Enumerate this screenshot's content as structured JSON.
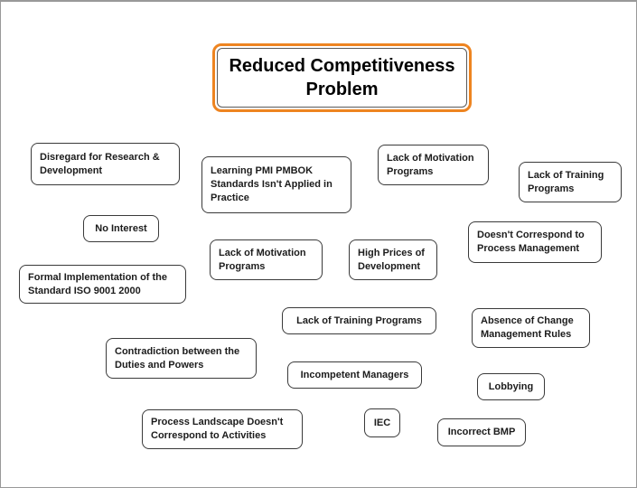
{
  "diagram": {
    "title": "Reduced Competitiveness Problem"
  },
  "colors": {
    "title_border_accent": "#EE8420",
    "node_border": "#3a3a3a",
    "page_border": "#999999",
    "text": "#1c1c1c"
  },
  "nodes": [
    {
      "label": "Disregard for Research & Development"
    },
    {
      "label": "Learning PMI PMBOK Standards Isn't Applied in Practice"
    },
    {
      "label": "Lack of Motivation Programs"
    },
    {
      "label": "Lack of Training Programs"
    },
    {
      "label": "No Interest"
    },
    {
      "label": "Lack of Motivation Programs"
    },
    {
      "label": "High Prices of Development"
    },
    {
      "label": "Doesn't Correspond to Process Management"
    },
    {
      "label": "Formal Implementation of the Standard ISO 9001 2000"
    },
    {
      "label": "Lack of Training Programs"
    },
    {
      "label": "Absence of Change Management Rules"
    },
    {
      "label": "Contradiction between the Duties and Powers"
    },
    {
      "label": "Incompetent Managers"
    },
    {
      "label": "Lobbying"
    },
    {
      "label": "Process Landscape Doesn't Correspond to Activities"
    },
    {
      "label": "IEC"
    },
    {
      "label": "Incorrect BMP"
    }
  ]
}
